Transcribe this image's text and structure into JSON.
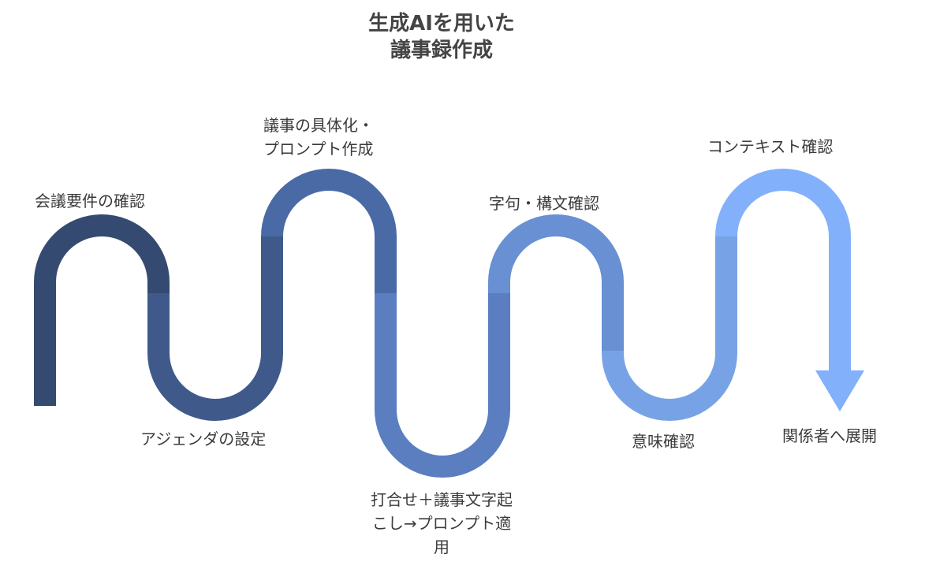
{
  "title": {
    "line1": "生成AIを用いた",
    "line2": "議事録作成"
  },
  "steps": [
    {
      "id": "step-1",
      "label": "会議要件の確認"
    },
    {
      "id": "step-2",
      "label": "アジェンダの設定"
    },
    {
      "id": "step-3",
      "label_line1": "議事の具体化・",
      "label_line2": "プロンプト作成"
    },
    {
      "id": "step-4",
      "label_line1": "打合せ＋議事文字起",
      "label_line2": "こし→プロンプト適",
      "label_line3": "用"
    },
    {
      "id": "step-5",
      "label": "字句・構文確認"
    },
    {
      "id": "step-6",
      "label": "意味確認"
    },
    {
      "id": "step-7",
      "label": "コンテキスト確認"
    },
    {
      "id": "step-8",
      "label": "関係者へ展開"
    }
  ],
  "colors": {
    "segment_1": "#344a70",
    "segment_2": "#3f5a8a",
    "segment_3": "#4a6aa6",
    "segment_4": "#5a7ec0",
    "segment_5": "#6890d2",
    "segment_6": "#77a3e6",
    "segment_7": "#82b0fa",
    "arrow_head": "#82b0fa"
  }
}
